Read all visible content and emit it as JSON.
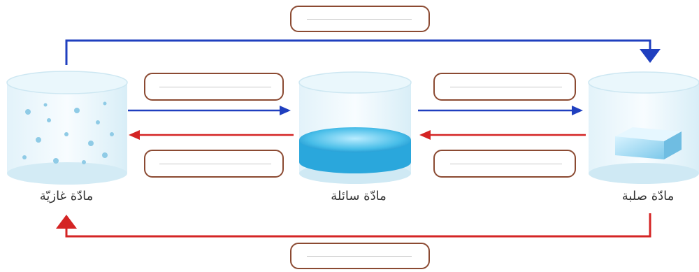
{
  "states": {
    "gas": "مادّة غازيّة",
    "liquid": "مادّة سائلة",
    "solid": "مادّة صلبة"
  },
  "answer_boxes": [
    "",
    "",
    "",
    "",
    "",
    ""
  ],
  "colors": {
    "blue_arrow": "#1f3fbf",
    "red_arrow": "#d42424",
    "box_border": "#8b4a32"
  }
}
